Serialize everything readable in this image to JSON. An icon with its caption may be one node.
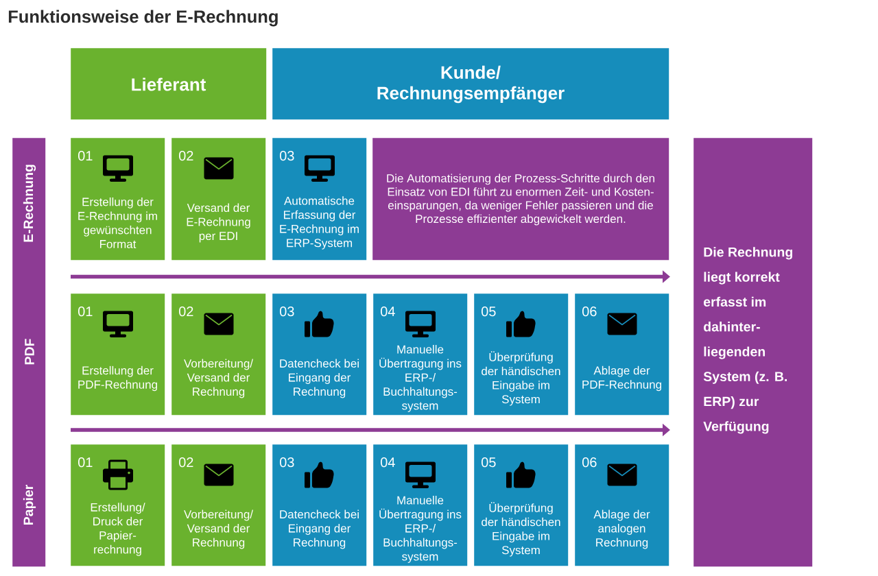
{
  "diagram": {
    "title": "Funktionsweise der E-Rechnung",
    "nodes": [
      {
        "text": [
          "Lieferant"
        ]
      },
      {
        "text": [
          "Kunde/ Rechnungsempfänger"
        ]
      },
      {
        "text": [
          "E-Rechnung",
          "PDF",
          "Papier"
        ]
      },
      {
        "text": [
          "01",
          "Erstellung der E-Rechnung im gewünschten Format"
        ]
      },
      {
        "text": [
          "02",
          "Versand der E-Rechnung per EDI"
        ]
      },
      {
        "text": [
          "03",
          "Automatische Erfassung der E-Rechnung im ERP-System"
        ]
      },
      {
        "text": [
          "Die Automatisierung der Prozess-Schritte durch den Einsatz von EDI führt zu enormen Zeit- und Kosten- einsparungen, da weniger Fehler passieren und die Prozesse effizienter abgewickelt werden."
        ]
      },
      {
        "text": [
          "01",
          "Erstellung der PDF-Rechnung"
        ]
      },
      {
        "text": [
          "02",
          "Vorbereitung/ Versand der Rechnung"
        ]
      },
      {
        "text": [
          "03",
          "Datencheck bei Eingang der Rechnung"
        ]
      },
      {
        "text": [
          "04",
          "Manuelle Übertragung ins ERP-/ Buchhaltungs- system"
        ]
      },
      {
        "text": [
          "05",
          "Überprüfung der händischen Eingabe im System"
        ]
      },
      {
        "text": [
          "06",
          "Ablage der PDF-Rechnung"
        ]
      },
      {
        "text": [
          "01",
          "Erstellung/ Druck der Papier- rechnung"
        ]
      },
      {
        "text": [
          "02",
          "Vorbereitung/ Versand der Rechnung"
        ]
      },
      {
        "text": [
          "03",
          "Datencheck bei Eingang der Rechnung"
        ]
      },
      {
        "text": [
          "04",
          "Manuelle Übertragung ins ERP-/ Buchhaltungs- system"
        ]
      },
      {
        "text": [
          "05",
          "Überprüfung der händischen Eingabe im System"
        ]
      },
      {
        "text": [
          "06",
          "Ablage der analogen Rechnung"
        ]
      },
      {
        "text": [
          "Die Rechnung liegt korrekt erfasst im dahinter- liegenden System (z. B. ERP) zur Verfügung"
        ]
      }
    ]
  }
}
